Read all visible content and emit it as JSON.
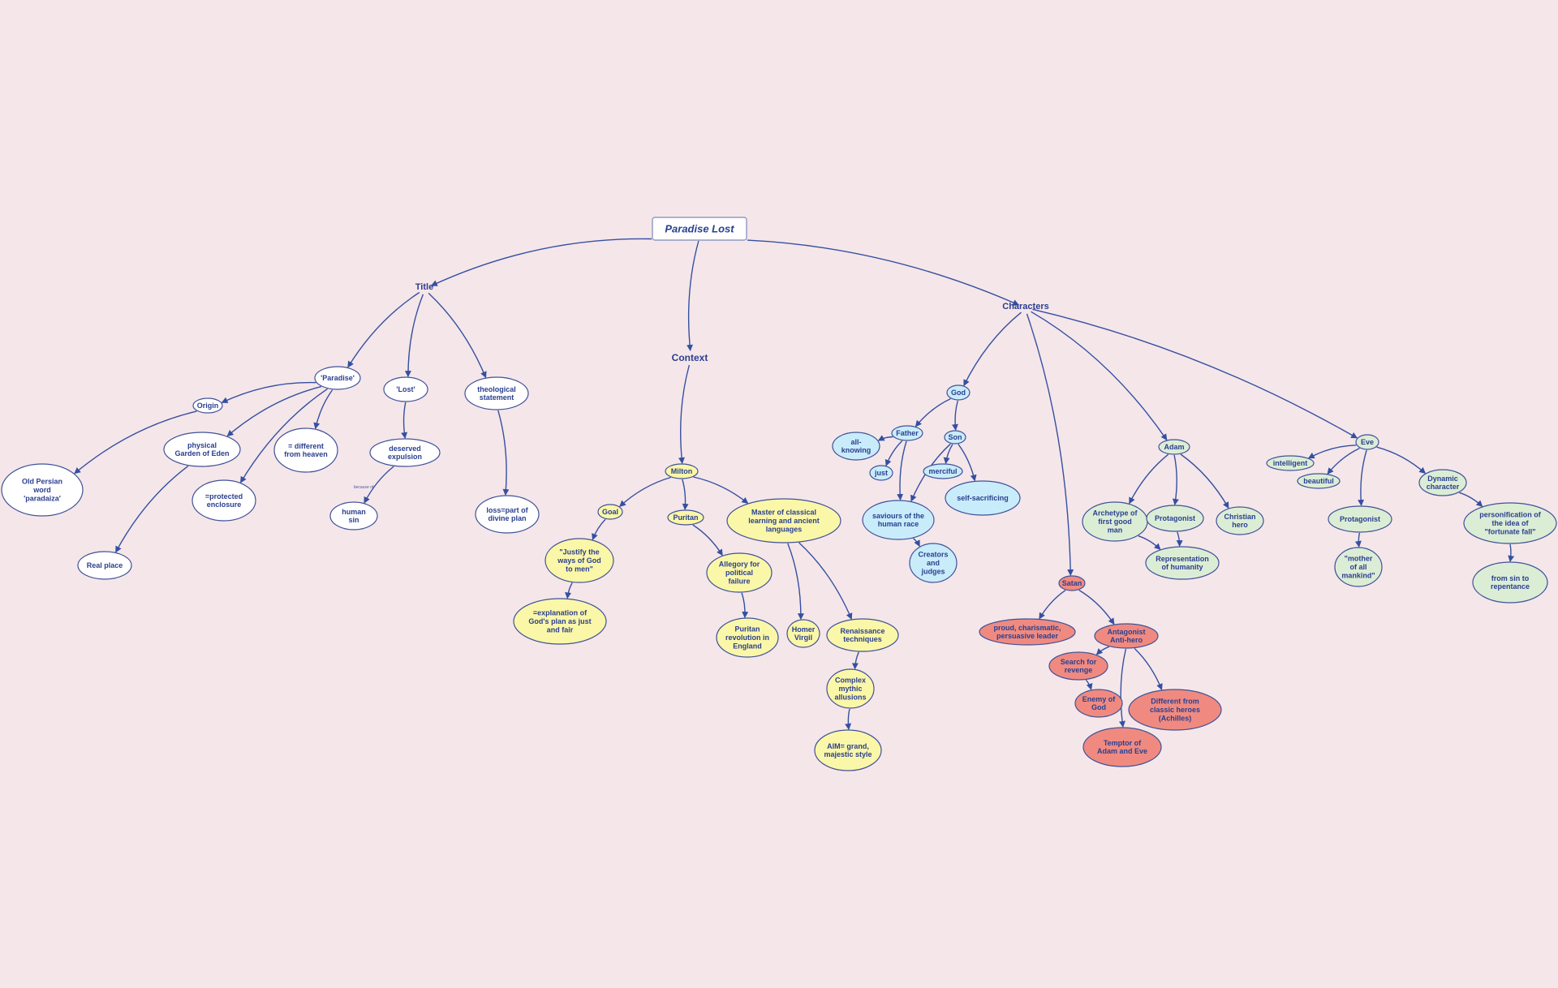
{
  "title": "Paradise Lost",
  "colors": {
    "background": "#f5e6ea",
    "edge": "#3450a0",
    "text": "#2a3f8f",
    "white": "#ffffff",
    "yellow": "#fbf7a8",
    "blue": "#c9ecfb",
    "green": "#dcedd6",
    "red": "#f08a80"
  },
  "nodes": [
    {
      "id": "root",
      "lines": [
        "Paradise Lost"
      ]
    },
    {
      "id": "title",
      "lines": [
        "Title"
      ]
    },
    {
      "id": "context",
      "lines": [
        "Context"
      ]
    },
    {
      "id": "characters",
      "lines": [
        "Characters"
      ]
    },
    {
      "id": "paradise",
      "lines": [
        "'Paradise'"
      ]
    },
    {
      "id": "lost",
      "lines": [
        "'Lost'"
      ]
    },
    {
      "id": "theological",
      "lines": [
        "theological",
        "statement"
      ]
    },
    {
      "id": "origin",
      "lines": [
        "Origin"
      ]
    },
    {
      "id": "old-persian",
      "lines": [
        "Old Persian",
        "word",
        "'paradaiza'"
      ]
    },
    {
      "id": "physical-garden",
      "lines": [
        "physical",
        "Garden of Eden"
      ]
    },
    {
      "id": "protected",
      "lines": [
        "=protected",
        "enclosure"
      ]
    },
    {
      "id": "different-heaven",
      "lines": [
        "= different",
        "from heaven"
      ]
    },
    {
      "id": "real-place",
      "lines": [
        "Real place"
      ]
    },
    {
      "id": "deserved-expulsion",
      "lines": [
        "deserved",
        "expulsion"
      ]
    },
    {
      "id": "human-sin",
      "lines": [
        "human",
        "sin"
      ]
    },
    {
      "id": "loss-part",
      "lines": [
        "loss=part of",
        "divine plan"
      ]
    },
    {
      "id": "milton",
      "lines": [
        "Milton"
      ]
    },
    {
      "id": "goal",
      "lines": [
        "Goal"
      ]
    },
    {
      "id": "puritan",
      "lines": [
        "Puritan"
      ]
    },
    {
      "id": "master",
      "lines": [
        "Master of classical",
        "learning and ancient",
        "languages"
      ]
    },
    {
      "id": "justify",
      "lines": [
        "\"Justify the",
        "ways of God",
        "to men\""
      ]
    },
    {
      "id": "explanation",
      "lines": [
        "=explanation of",
        "God's plan as just",
        "and fair"
      ]
    },
    {
      "id": "allegory",
      "lines": [
        "Allegory for",
        "political",
        "failure"
      ]
    },
    {
      "id": "puritan-revolution",
      "lines": [
        "Puritan",
        "revolution in",
        "England"
      ]
    },
    {
      "id": "homer",
      "lines": [
        "Homer",
        "Virgil"
      ]
    },
    {
      "id": "renaissance",
      "lines": [
        "Renaissance",
        "techniques"
      ]
    },
    {
      "id": "complex",
      "lines": [
        "Complex",
        "mythic",
        "allusions"
      ]
    },
    {
      "id": "aim",
      "lines": [
        "AIM= grand,",
        "majestic style"
      ]
    },
    {
      "id": "god",
      "lines": [
        "God"
      ]
    },
    {
      "id": "father",
      "lines": [
        "Father"
      ]
    },
    {
      "id": "son",
      "lines": [
        "Son"
      ]
    },
    {
      "id": "all-knowing",
      "lines": [
        "all-",
        "knowing"
      ]
    },
    {
      "id": "just",
      "lines": [
        "just"
      ]
    },
    {
      "id": "merciful",
      "lines": [
        "merciful"
      ]
    },
    {
      "id": "self-sacrificing",
      "lines": [
        "self-sacrificing"
      ]
    },
    {
      "id": "saviours",
      "lines": [
        "saviours of the",
        "human race"
      ]
    },
    {
      "id": "creators",
      "lines": [
        "Creators",
        "and",
        "judges"
      ]
    },
    {
      "id": "satan",
      "lines": [
        "Satan"
      ]
    },
    {
      "id": "proud",
      "lines": [
        "proud, charismatic,",
        "persuasive leader"
      ]
    },
    {
      "id": "antagonist",
      "lines": [
        "Antagonist",
        "Anti-hero"
      ]
    },
    {
      "id": "search-revenge",
      "lines": [
        "Search for",
        "revenge"
      ]
    },
    {
      "id": "enemy-god",
      "lines": [
        "Enemy of",
        "God"
      ]
    },
    {
      "id": "tempter",
      "lines": [
        "Temptor of",
        "Adam and Eve"
      ]
    },
    {
      "id": "different-heroes",
      "lines": [
        "Different from",
        "classic heroes",
        "(Achilles)"
      ]
    },
    {
      "id": "adam",
      "lines": [
        "Adam"
      ]
    },
    {
      "id": "archetype",
      "lines": [
        "Archetype of",
        "first good",
        "man"
      ]
    },
    {
      "id": "protagonist-adam",
      "lines": [
        "Protagonist"
      ]
    },
    {
      "id": "christian-hero",
      "lines": [
        "Christian",
        "hero"
      ]
    },
    {
      "id": "representation",
      "lines": [
        "Representation",
        "of humanity"
      ]
    },
    {
      "id": "eve",
      "lines": [
        "Eve"
      ]
    },
    {
      "id": "intelligent",
      "lines": [
        "intelligent"
      ]
    },
    {
      "id": "beautiful",
      "lines": [
        "beautiful"
      ]
    },
    {
      "id": "protagonist-eve",
      "lines": [
        "Protagonist"
      ]
    },
    {
      "id": "dynamic",
      "lines": [
        "Dynamic",
        "character"
      ]
    },
    {
      "id": "mother",
      "lines": [
        "\"mother",
        "of all",
        "mankind\""
      ]
    },
    {
      "id": "personification",
      "lines": [
        "personification of",
        "the idea of",
        "\"fortunate fall\""
      ]
    },
    {
      "id": "sin-repentance",
      "lines": [
        "from sin to",
        "repentance"
      ]
    }
  ],
  "edges": [
    {
      "from": "root",
      "to": "title"
    },
    {
      "from": "root",
      "to": "context"
    },
    {
      "from": "root",
      "to": "characters"
    },
    {
      "from": "title",
      "to": "paradise"
    },
    {
      "from": "title",
      "to": "lost"
    },
    {
      "from": "title",
      "to": "theological"
    },
    {
      "from": "paradise",
      "to": "origin"
    },
    {
      "from": "paradise",
      "to": "physical-garden"
    },
    {
      "from": "paradise",
      "to": "protected"
    },
    {
      "from": "paradise",
      "to": "different-heaven"
    },
    {
      "from": "origin",
      "to": "old-persian"
    },
    {
      "from": "physical-garden",
      "to": "real-place"
    },
    {
      "from": "lost",
      "to": "deserved-expulsion"
    },
    {
      "from": "deserved-expulsion",
      "to": "human-sin",
      "label": "because of"
    },
    {
      "from": "theological",
      "to": "loss-part"
    },
    {
      "from": "context",
      "to": "milton"
    },
    {
      "from": "milton",
      "to": "goal"
    },
    {
      "from": "milton",
      "to": "puritan"
    },
    {
      "from": "milton",
      "to": "master"
    },
    {
      "from": "goal",
      "to": "justify"
    },
    {
      "from": "justify",
      "to": "explanation"
    },
    {
      "from": "puritan",
      "to": "allegory"
    },
    {
      "from": "allegory",
      "to": "puritan-revolution"
    },
    {
      "from": "master",
      "to": "homer"
    },
    {
      "from": "master",
      "to": "renaissance"
    },
    {
      "from": "renaissance",
      "to": "complex"
    },
    {
      "from": "complex",
      "to": "aim"
    },
    {
      "from": "characters",
      "to": "god"
    },
    {
      "from": "characters",
      "to": "satan"
    },
    {
      "from": "characters",
      "to": "adam"
    },
    {
      "from": "characters",
      "to": "eve"
    },
    {
      "from": "god",
      "to": "father"
    },
    {
      "from": "god",
      "to": "son"
    },
    {
      "from": "father",
      "to": "all-knowing"
    },
    {
      "from": "father",
      "to": "just"
    },
    {
      "from": "father",
      "to": "saviours"
    },
    {
      "from": "son",
      "to": "merciful"
    },
    {
      "from": "son",
      "to": "self-sacrificing"
    },
    {
      "from": "son",
      "to": "saviours"
    },
    {
      "from": "saviours",
      "to": "creators"
    },
    {
      "from": "satan",
      "to": "proud"
    },
    {
      "from": "satan",
      "to": "antagonist"
    },
    {
      "from": "antagonist",
      "to": "search-revenge"
    },
    {
      "from": "antagonist",
      "to": "tempter"
    },
    {
      "from": "antagonist",
      "to": "different-heroes"
    },
    {
      "from": "search-revenge",
      "to": "enemy-god"
    },
    {
      "from": "adam",
      "to": "archetype"
    },
    {
      "from": "adam",
      "to": "protagonist-adam"
    },
    {
      "from": "adam",
      "to": "christian-hero"
    },
    {
      "from": "archetype",
      "to": "representation"
    },
    {
      "from": "protagonist-adam",
      "to": "representation"
    },
    {
      "from": "eve",
      "to": "intelligent"
    },
    {
      "from": "eve",
      "to": "beautiful"
    },
    {
      "from": "eve",
      "to": "protagonist-eve"
    },
    {
      "from": "eve",
      "to": "dynamic"
    },
    {
      "from": "protagonist-eve",
      "to": "mother"
    },
    {
      "from": "dynamic",
      "to": "personification"
    },
    {
      "from": "personification",
      "to": "sin-repentance"
    }
  ]
}
